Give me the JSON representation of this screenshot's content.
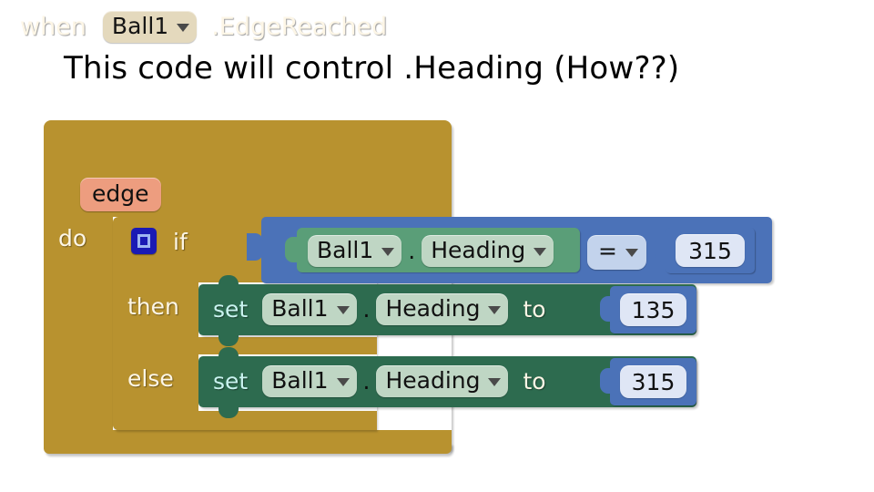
{
  "slide": {
    "title": "This code will control .Heading  (How??)",
    "background": "#ffffff"
  },
  "colors": {
    "event_block": "#b8922f",
    "control_block": "#b8922f",
    "logic_block": "#4b72b8",
    "math_block": "#4b72b8",
    "getter_block": "#5a9e78",
    "setter_block": "#2d6b4f",
    "parameter_badge": "#ed9d7f",
    "field_cream": "#e4d9bd",
    "field_green": "#bfd6c4",
    "field_blue": "#c3d3ec"
  },
  "program": {
    "event": {
      "keyword": "when",
      "component": "Ball1",
      "event_name": ".EdgeReached",
      "parameter": "edge",
      "body_label": "do"
    },
    "control": {
      "if_label": "if",
      "then_label": "then",
      "else_label": "else",
      "mutator_icon": "mutator-icon"
    },
    "condition": {
      "getter": {
        "component": "Ball1",
        "separator": ".",
        "property": "Heading"
      },
      "operator": "=",
      "value": "315"
    },
    "then_branch": {
      "keyword": "set",
      "component": "Ball1",
      "separator": ".",
      "property": "Heading",
      "to_label": "to",
      "value": "135"
    },
    "else_branch": {
      "keyword": "set",
      "component": "Ball1",
      "separator": ".",
      "property": "Heading",
      "to_label": "to",
      "value": "315"
    }
  }
}
